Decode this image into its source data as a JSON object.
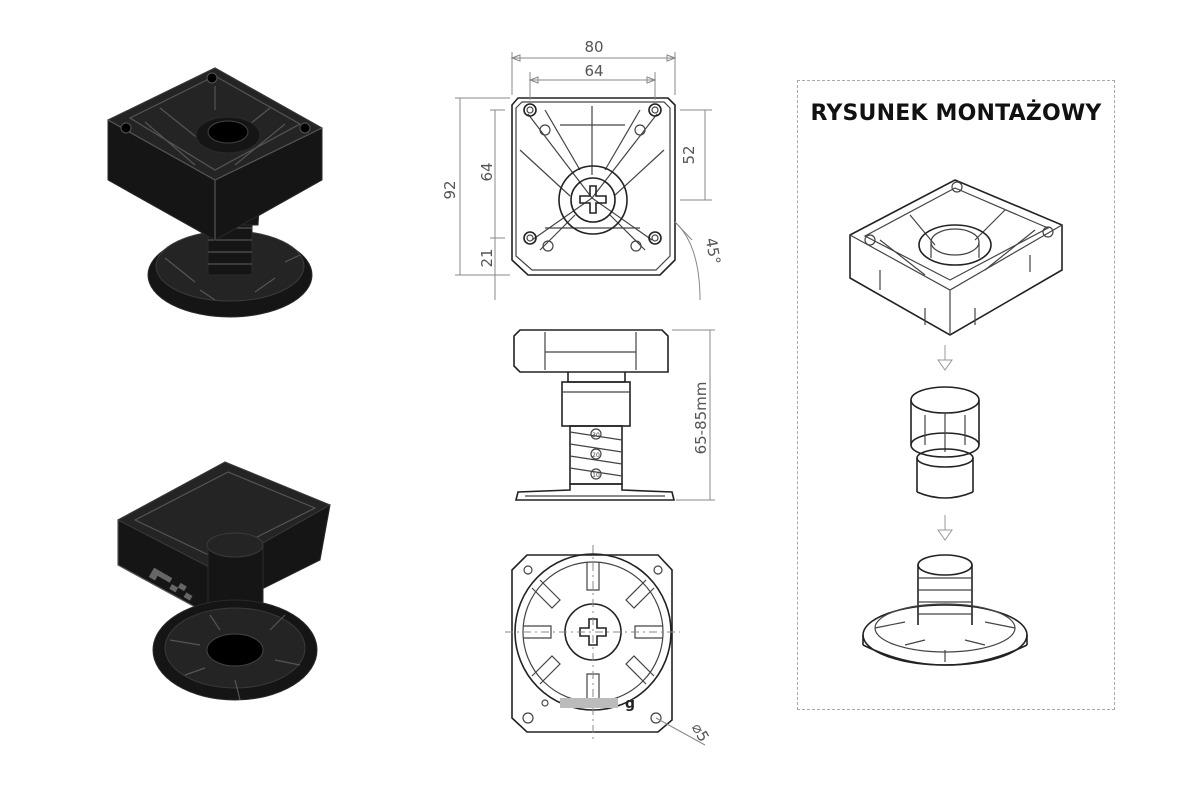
{
  "drawing": {
    "title": "RYSUNEK MONTAŻOWY",
    "dimensions": {
      "width_outer": "80",
      "width_inner": "64",
      "height_total": "92",
      "height_inner": "64",
      "offset_right": "52",
      "offset_bottom": "21",
      "angle": "45°",
      "height_range": "65-85mm",
      "hole_diameter": "⌀5"
    },
    "thread_marks": [
      "30",
      "20",
      "10"
    ],
    "base_text": "g"
  },
  "colors": {
    "part_fill": "#151515",
    "line": "#222222",
    "dim_text": "#555555"
  }
}
